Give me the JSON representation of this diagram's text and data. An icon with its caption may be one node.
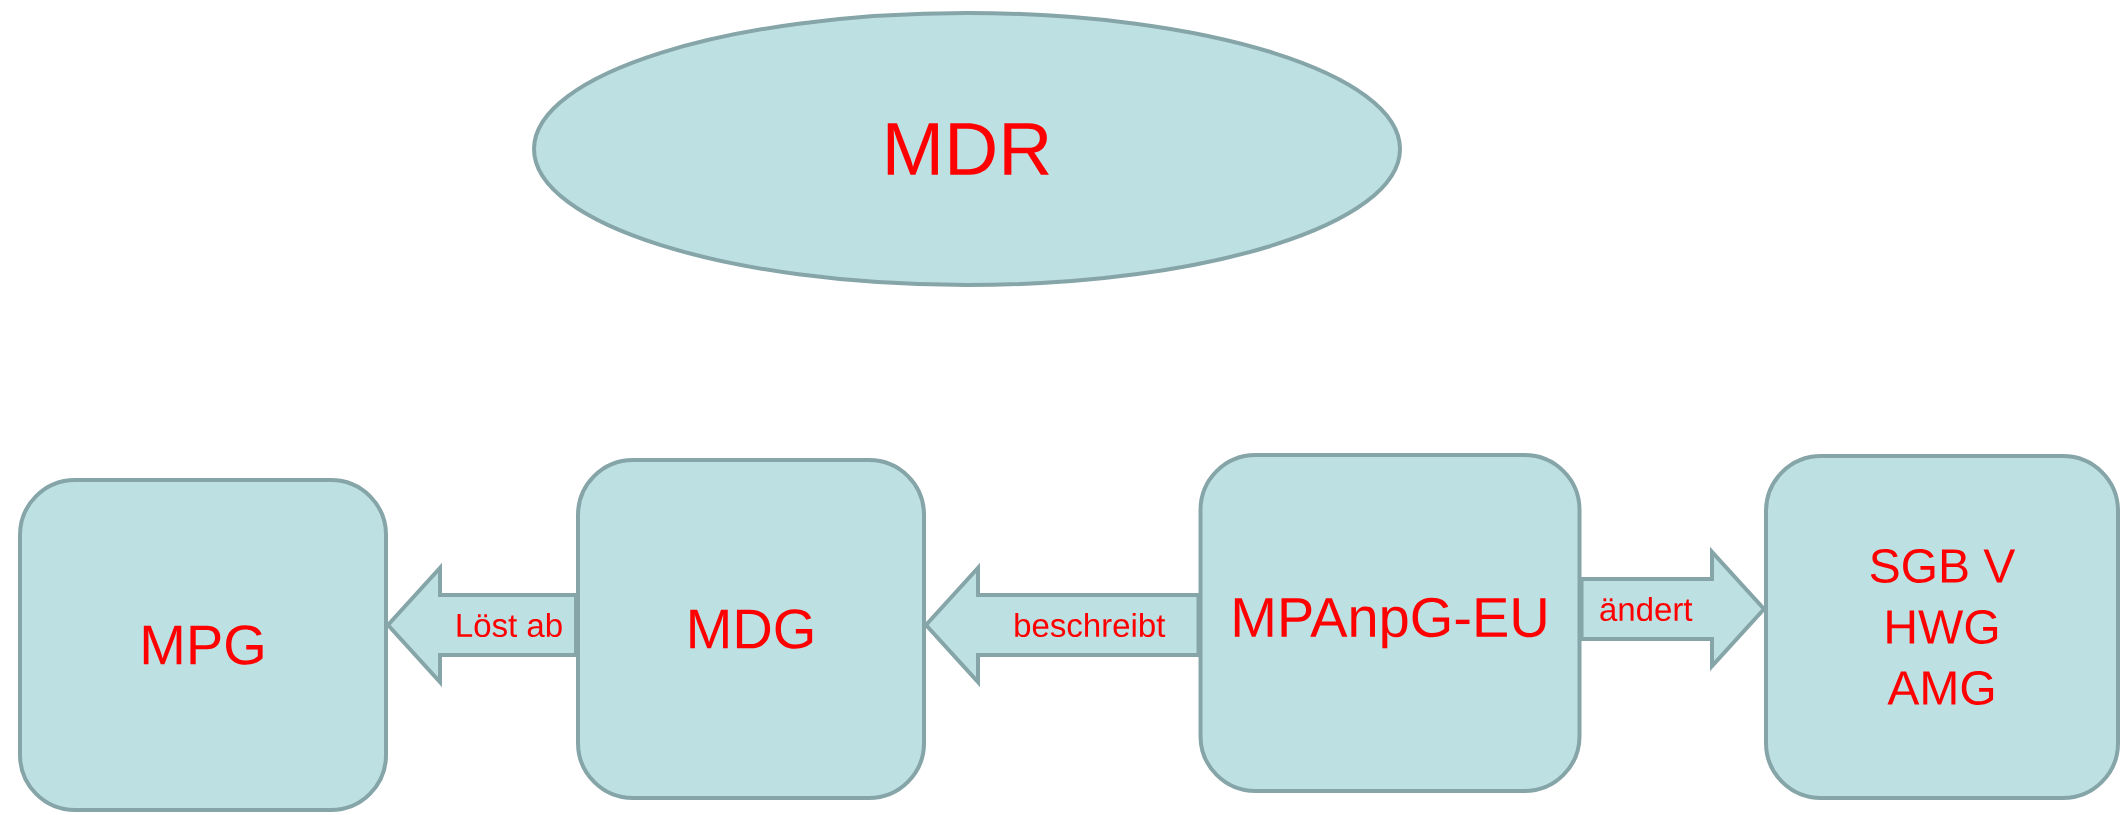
{
  "diagram": {
    "nodes": [
      {
        "text": [
          "MDR"
        ]
      },
      {
        "text": [
          "MPG"
        ]
      },
      {
        "text": [
          "MDG"
        ]
      },
      {
        "text": [
          "MPAnpG-EU"
        ]
      },
      {
        "text": [
          "SGB V",
          "HWG",
          "AMG"
        ]
      }
    ],
    "edges": [
      {
        "from": 2,
        "to": 1,
        "arrow": "to",
        "label": "Löst ab"
      },
      {
        "from": 3,
        "to": 2,
        "arrow": "to",
        "label": "beschreibt"
      },
      {
        "from": 3,
        "to": 4,
        "arrow": "to",
        "label": "ändert"
      }
    ]
  }
}
